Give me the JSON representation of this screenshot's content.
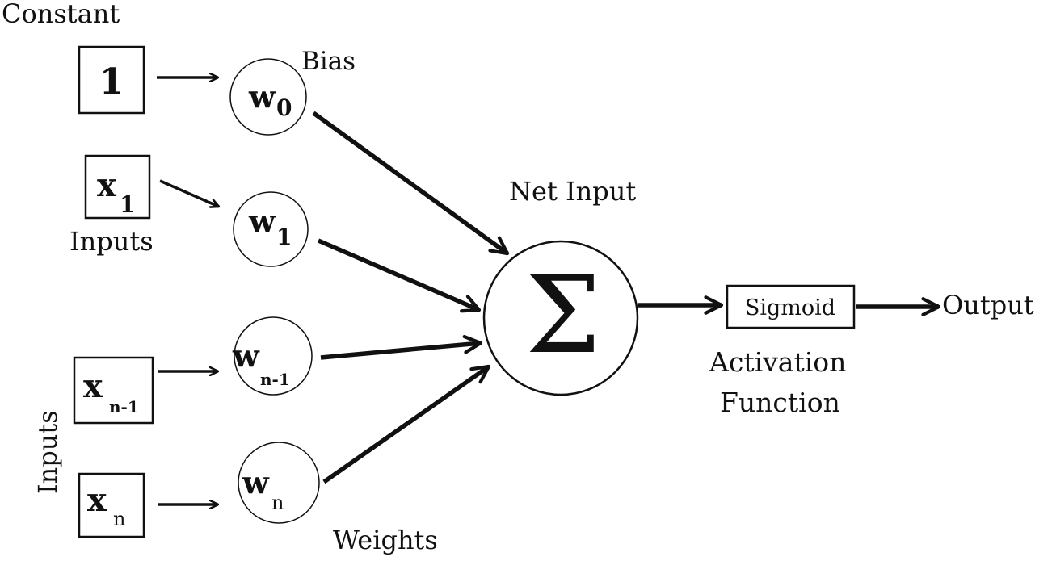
{
  "labels": {
    "constant": "Constant",
    "bias": "Bias",
    "inputs_top": "Inputs",
    "inputs_side": "Inputs",
    "net_input": "Net Input",
    "weights": "Weights",
    "activation_line1": "Activation",
    "activation_line2": "Function",
    "output": "Output"
  },
  "inputs": [
    {
      "main": "1",
      "sub": ""
    },
    {
      "main": "x",
      "sub": "1"
    },
    {
      "main": "x",
      "sub": "n-1"
    },
    {
      "main": "x",
      "sub": "n"
    }
  ],
  "weights": [
    {
      "main": "w",
      "sub": "0"
    },
    {
      "main": "w",
      "sub": "1"
    },
    {
      "main": "w",
      "sub": "n-1"
    },
    {
      "main": "w",
      "sub": "n"
    }
  ],
  "summation": {
    "symbol": "Σ"
  },
  "activation": {
    "label": "Sigmoid"
  },
  "colors": {
    "ink": "#111111",
    "background": "#ffffff"
  }
}
